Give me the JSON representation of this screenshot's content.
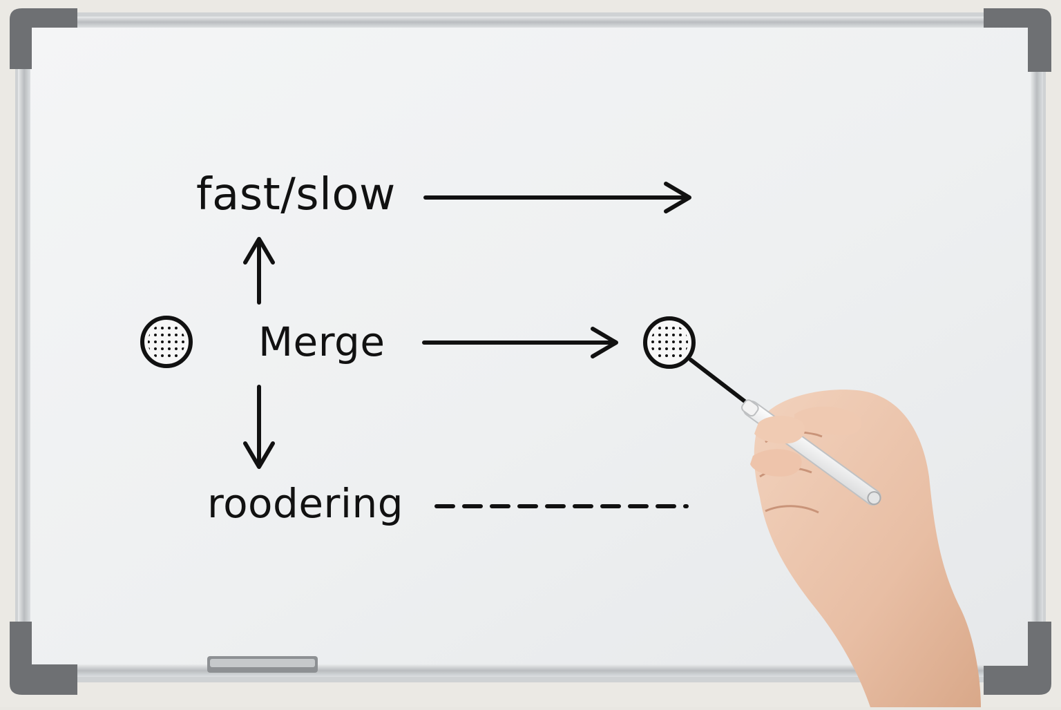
{
  "whiteboard": {
    "labels": {
      "top": "fast/slow",
      "middle": "Merge",
      "bottom": "roodering"
    },
    "icons": {
      "left_node": "dotted-circle-icon",
      "right_node": "dotted-circle-icon"
    },
    "colors": {
      "ink": "#111111",
      "board": "#f1f2f3",
      "frame": "#c9cccf",
      "corner": "#6b6d70"
    }
  }
}
